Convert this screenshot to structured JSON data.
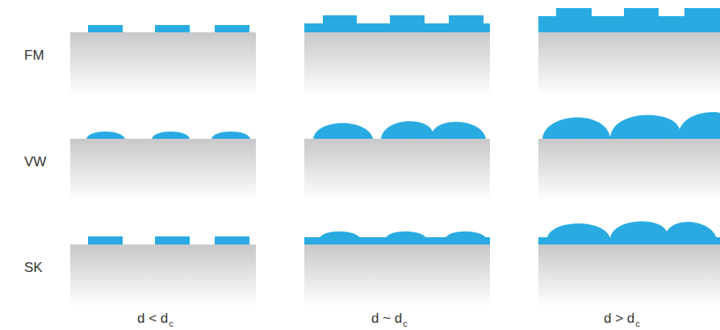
{
  "diagram": {
    "labels": [
      "FM",
      "VW",
      "SK",
      "d < d",
      "c",
      "d ~ d",
      "c",
      "d > d",
      "c"
    ]
  }
}
